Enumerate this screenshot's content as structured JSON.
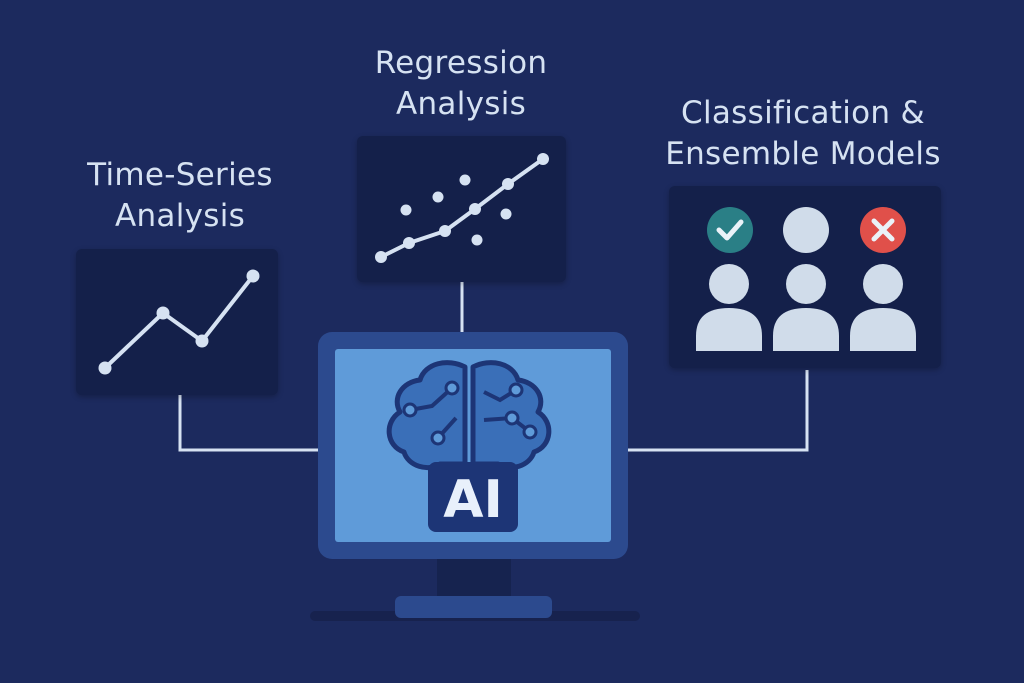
{
  "nodes": {
    "time_series": {
      "title_line1": "Time-Series",
      "title_line2": "Analysis"
    },
    "regression": {
      "title_line1": "Regression",
      "title_line2": "Analysis"
    },
    "classification": {
      "title_line1": "Classification &",
      "title_line2": "Ensemble Models"
    }
  },
  "center": {
    "badge_text": "AI",
    "icon": "brain-circuit-icon"
  },
  "classification_panel": {
    "icons": [
      "check-icon",
      "person-icon",
      "cross-icon"
    ],
    "colors": {
      "accept": "#2a7f86",
      "reject": "#e0504a",
      "person": "#d0dcea"
    }
  },
  "colors": {
    "background": "#1c2a5e",
    "panel": "#14204a",
    "screen": "#5f9bd9",
    "monitor_frame": "#2c4a8e",
    "line": "#d6e2f2"
  }
}
